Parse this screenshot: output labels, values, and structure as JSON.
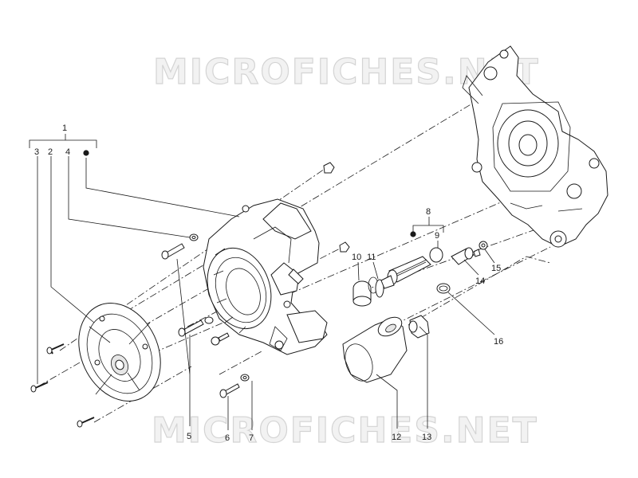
{
  "watermark": {
    "text_top": "MICROFICHES.NET",
    "text_bottom": "MICROFICHES.NET"
  },
  "callouts": {
    "c1": "1",
    "c2": "2",
    "c3": "3",
    "c4": "4",
    "c5": "5",
    "c6": "6",
    "c7": "7",
    "c8": "8",
    "c9": "9",
    "c10": "10",
    "c11": "11",
    "c12": "12",
    "c13": "13",
    "c14": "14",
    "c15": "15",
    "c16": "16"
  },
  "colors": {
    "line": "#1a1a1a",
    "watermark_fill": "#f2f2f2",
    "watermark_stroke": "#d4d4d4"
  }
}
